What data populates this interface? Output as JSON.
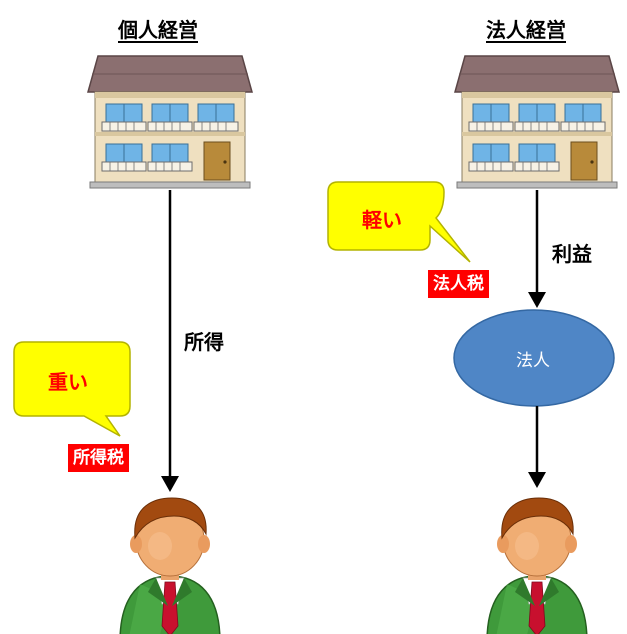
{
  "left_panel": {
    "title": "個人経営",
    "flow_label": "所得",
    "burden_label": "重い",
    "tax_label": "所得税"
  },
  "right_panel": {
    "title": "法人経営",
    "flow_label": "利益",
    "burden_label": "軽い",
    "tax_label": "法人税",
    "entity_label": "法人"
  },
  "colors": {
    "bubble_fill": "#ffff00",
    "tax_badge": "#ff0000",
    "corp_ellipse": "#4f86c6",
    "roof": "#8b6f70",
    "building_wall": "#efe0c0",
    "window_glass": "#6fb4e6",
    "suit_green": "#3f9a3b",
    "tie_red": "#c8102e"
  }
}
